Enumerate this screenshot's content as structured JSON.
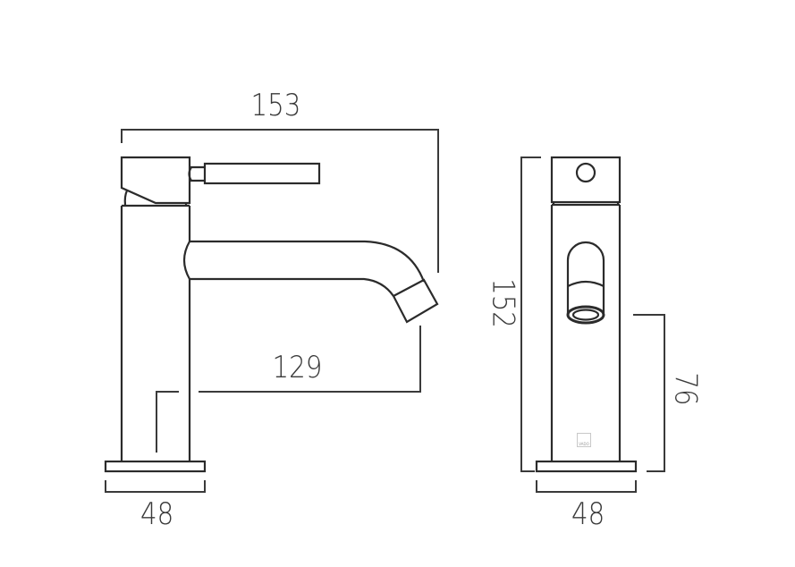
{
  "diagram": {
    "type": "technical-drawing",
    "subject": "basin mixer tap dimensions",
    "units": "mm",
    "line_color": "#2b2b2b",
    "background": "#ffffff"
  },
  "side_view": {
    "dimensions": {
      "overall_width": "153",
      "spout_reach": "129",
      "base_width": "48"
    }
  },
  "front_view": {
    "dimensions": {
      "overall_height": "152",
      "spout_height": "76",
      "base_width": "48"
    },
    "logo_text": "VADO"
  }
}
